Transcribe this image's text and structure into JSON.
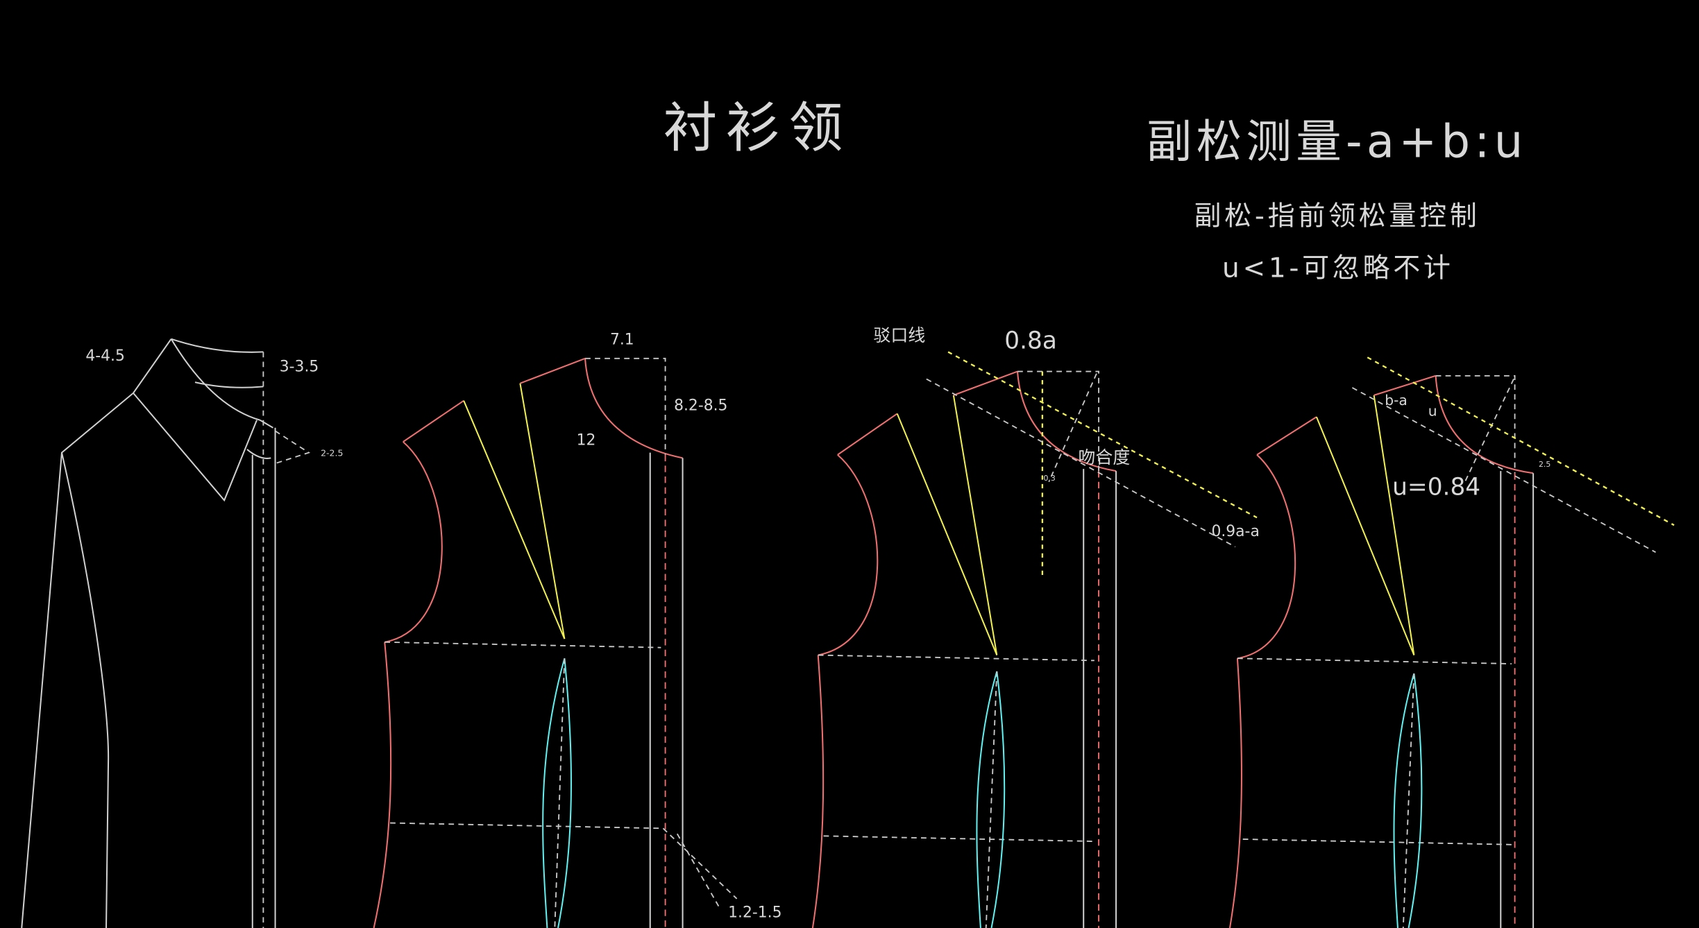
{
  "titles": {
    "main": "衬衫领",
    "formula": "副松测量-a+b:u",
    "note1": "副松-指前领松量控制",
    "note2": "u<1-可忽略不计"
  },
  "labels": {
    "collar_top": "4-4.5",
    "collar_stand": "3-3.5",
    "collar_small": "2-2.5",
    "neck_width": "7.1",
    "neck_depth": "8.2-8.5",
    "neck_curve": "12",
    "hem": "1.2-1.5",
    "roll_line": "驳口线",
    "point_8a": "0.8a",
    "fit": "吻合度",
    "small_03": "0.3",
    "point_9a": "0.9a-a",
    "b_minus_a": "b-a",
    "u": "u",
    "u_value": "u=0.84",
    "small_25": "2.5"
  },
  "colors": {
    "background": "#000000",
    "line": "#d0d0d0",
    "red": "#f07070",
    "yellow": "#f0f050",
    "cyan": "#60f0f0"
  }
}
